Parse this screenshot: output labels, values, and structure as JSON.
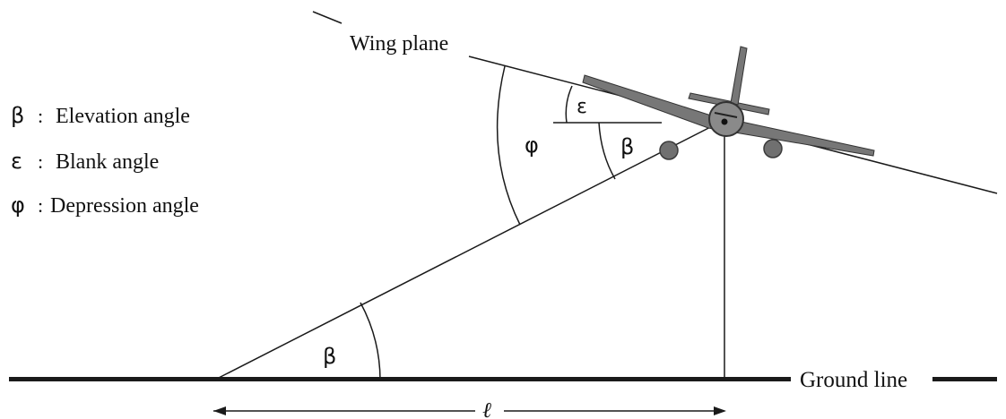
{
  "labels": {
    "wing_plane": "Wing plane",
    "ground_line": "Ground line",
    "distance_symbol": "ℓ"
  },
  "legend": [
    {
      "symbol": "β",
      "separator": ":",
      "text": "Elevation angle"
    },
    {
      "symbol": "ε",
      "separator": ":",
      "text": "Blank angle"
    },
    {
      "symbol": "φ",
      "separator": ":",
      "text": "Depression angle"
    }
  ],
  "angle_marks": {
    "epsilon": "ε",
    "phi": "φ",
    "beta_upper": "β",
    "beta_lower": "β"
  },
  "colors": {
    "line": "#1a1a1a",
    "aircraft": "#707070",
    "aircraft_dark": "#3a3a3a"
  }
}
